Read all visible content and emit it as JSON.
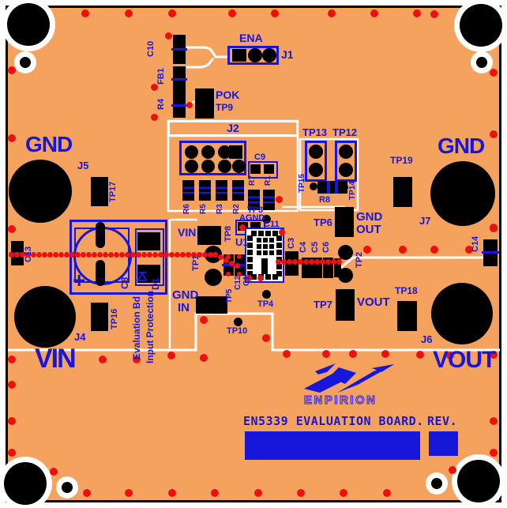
{
  "board": {
    "title": "EN5339 EVALUATION BOARD.",
    "rev": "REV.",
    "brand": "ENPIRION"
  },
  "colors": {
    "board_orange": "#F4A25E",
    "silk_blue": "#1717D9",
    "via_red": "#EE1010",
    "pad_black": "#000000",
    "silk_white": "#FFFFFF"
  },
  "refs": {
    "gnd_tl": "GND",
    "gnd_tr": "GND",
    "vin_big": "VIN",
    "vout_big": "VOUT",
    "ena": "ENA",
    "j1": "J1",
    "c10": "C10",
    "fb1": "FB1",
    "r4": "R4",
    "pok": "POK",
    "tp9": "TP9",
    "j2": "J2",
    "c9": "C9",
    "r7": "R7",
    "r1": "R1",
    "r6": "R6",
    "r5": "R5",
    "r3": "R3",
    "r2": "R2",
    "tp3": "TP3",
    "agnd": "AGND",
    "tp13": "TP13",
    "tp12": "TP12",
    "tp15": "TP15",
    "tp14": "TP14",
    "r8": "R8",
    "tp19": "TP19",
    "j5": "J5",
    "tp17": "TP17",
    "c13": "C13",
    "c8": "C8",
    "d1": "D1",
    "plus": "+",
    "note_line1": "Evaluation Bd",
    "note_line2": "Input Protection",
    "tp16": "TP16",
    "j4": "J4",
    "gnd_in_1": "GND",
    "gnd_in_2": "IN",
    "vin_small": "VIN",
    "tp8": "TP8",
    "u1": "U1",
    "c11": "C11",
    "tp1": "TP1",
    "c12": "C12",
    "c1": "C1",
    "tp5": "TP5",
    "tp4": "TP4",
    "tp10": "TP10",
    "c3": "C3",
    "c4": "C4",
    "c5": "C5",
    "c6": "C6",
    "tp2": "TP2",
    "tp6": "TP6",
    "gnd_out_1": "GND",
    "gnd_out_2": "OUT",
    "tp7": "TP7",
    "vout_small": "VOUT",
    "tp18": "TP18",
    "j6": "J6",
    "j7": "J7",
    "c14": "C14"
  },
  "vias": [
    [
      108,
      17,
      5
    ],
    [
      163,
      17,
      5
    ],
    [
      218,
      17,
      5
    ],
    [
      294,
      17,
      5
    ],
    [
      348,
      17,
      5
    ],
    [
      420,
      17,
      5
    ],
    [
      474,
      17,
      5
    ],
    [
      528,
      17,
      5
    ],
    [
      550,
      18,
      5
    ],
    [
      15,
      89,
      5
    ],
    [
      15,
      175,
      5
    ],
    [
      15,
      290,
      5
    ],
    [
      15,
      455,
      5
    ],
    [
      15,
      487,
      5
    ],
    [
      15,
      533,
      5
    ],
    [
      15,
      573,
      5
    ],
    [
      625,
      92,
      5
    ],
    [
      625,
      170,
      5
    ],
    [
      625,
      288,
      5
    ],
    [
      625,
      449,
      5
    ],
    [
      625,
      533,
      5
    ],
    [
      625,
      573,
      5
    ],
    [
      110,
      624,
      5
    ],
    [
      163,
      624,
      5
    ],
    [
      218,
      624,
      5
    ],
    [
      272,
      624,
      5
    ],
    [
      327,
      624,
      5
    ],
    [
      381,
      624,
      5
    ],
    [
      435,
      624,
      5
    ],
    [
      490,
      624,
      5
    ],
    [
      68,
      597,
      5
    ],
    [
      573,
      595,
      5
    ],
    [
      213,
      45,
      4.5
    ],
    [
      195,
      110,
      4.5
    ],
    [
      195,
      148,
      4.5
    ],
    [
      240,
      133,
      4
    ],
    [
      353,
      252,
      4.5
    ],
    [
      258,
      405,
      5
    ],
    [
      337,
      428,
      5
    ],
    [
      217,
      450,
      5
    ],
    [
      258,
      453,
      5
    ],
    [
      363,
      448,
      5
    ],
    [
      413,
      448,
      5
    ],
    [
      447,
      448,
      5
    ],
    [
      488,
      448,
      5
    ],
    [
      532,
      449,
      5
    ],
    [
      570,
      450,
      5
    ],
    [
      130,
      455,
      5
    ],
    [
      173,
      455,
      5
    ],
    [
      465,
      316,
      5
    ],
    [
      510,
      316,
      5
    ],
    [
      550,
      316,
      5
    ],
    [
      594,
      316,
      5
    ],
    [
      625,
      289,
      5
    ],
    [
      307,
      288,
      4
    ],
    [
      357,
      294,
      4
    ],
    [
      315,
      352,
      4
    ],
    [
      330,
      352,
      4
    ],
    [
      289,
      325,
      3
    ],
    [
      289,
      347,
      3
    ],
    [
      303,
      325,
      3
    ],
    [
      303,
      347,
      3
    ],
    [
      14,
      322,
      3.5
    ],
    [
      21,
      322,
      3.5
    ],
    [
      28,
      322,
      3.5
    ],
    [
      35,
      322,
      3.5
    ],
    [
      42,
      322,
      3.5
    ],
    [
      49,
      322,
      3.5
    ],
    [
      56,
      322,
      3.5
    ],
    [
      63,
      322,
      3.5
    ],
    [
      70,
      322,
      3.5
    ],
    [
      77,
      322,
      3.5
    ],
    [
      84,
      322,
      3.5
    ],
    [
      91,
      322,
      3.5
    ],
    [
      98,
      322,
      3.5
    ],
    [
      105,
      322,
      3.5
    ],
    [
      112,
      322,
      3.5
    ],
    [
      119,
      322,
      3.5
    ],
    [
      126,
      322,
      3.5
    ],
    [
      133,
      322,
      3.5
    ],
    [
      140,
      322,
      3.5
    ],
    [
      147,
      322,
      3.5
    ],
    [
      154,
      322,
      3.5
    ],
    [
      161,
      322,
      3.5
    ],
    [
      168,
      322,
      3.5
    ],
    [
      175,
      322,
      3.5
    ],
    [
      182,
      322,
      3.5
    ],
    [
      189,
      322,
      3.5
    ],
    [
      196,
      322,
      3.5
    ],
    [
      203,
      322,
      3.5
    ],
    [
      210,
      322,
      3.5
    ],
    [
      217,
      322,
      3.5
    ],
    [
      224,
      322,
      3.5
    ],
    [
      231,
      322,
      3.5
    ],
    [
      238,
      322,
      3.5
    ],
    [
      245,
      322,
      3.5
    ],
    [
      252,
      322,
      3.5
    ],
    [
      259,
      322,
      3.5
    ],
    [
      266,
      322,
      3.5
    ],
    [
      272,
      322,
      3.5
    ],
    [
      279,
      325,
      3.5
    ],
    [
      286,
      329,
      3.5
    ],
    [
      293,
      333,
      3.5
    ],
    [
      300,
      336,
      3.5
    ],
    [
      352,
      331,
      3.5
    ],
    [
      359,
      331,
      3.5
    ],
    [
      366,
      331,
      3.5
    ],
    [
      373,
      331,
      3.5
    ],
    [
      380,
      331,
      3.5
    ],
    [
      387,
      331,
      3.5
    ],
    [
      394,
      331,
      3.5
    ],
    [
      401,
      331,
      3.5
    ],
    [
      408,
      331,
      3.5
    ],
    [
      415,
      331,
      3.5
    ],
    [
      422,
      331,
      3.5
    ],
    [
      429,
      331,
      3.5
    ]
  ],
  "test_dots": [
    [
      337,
      277,
      5.5
    ],
    [
      337,
      372,
      5.5
    ],
    [
      301,
      407,
      5.5
    ],
    [
      397,
      236,
      5
    ],
    [
      436,
      237,
      5
    ]
  ]
}
